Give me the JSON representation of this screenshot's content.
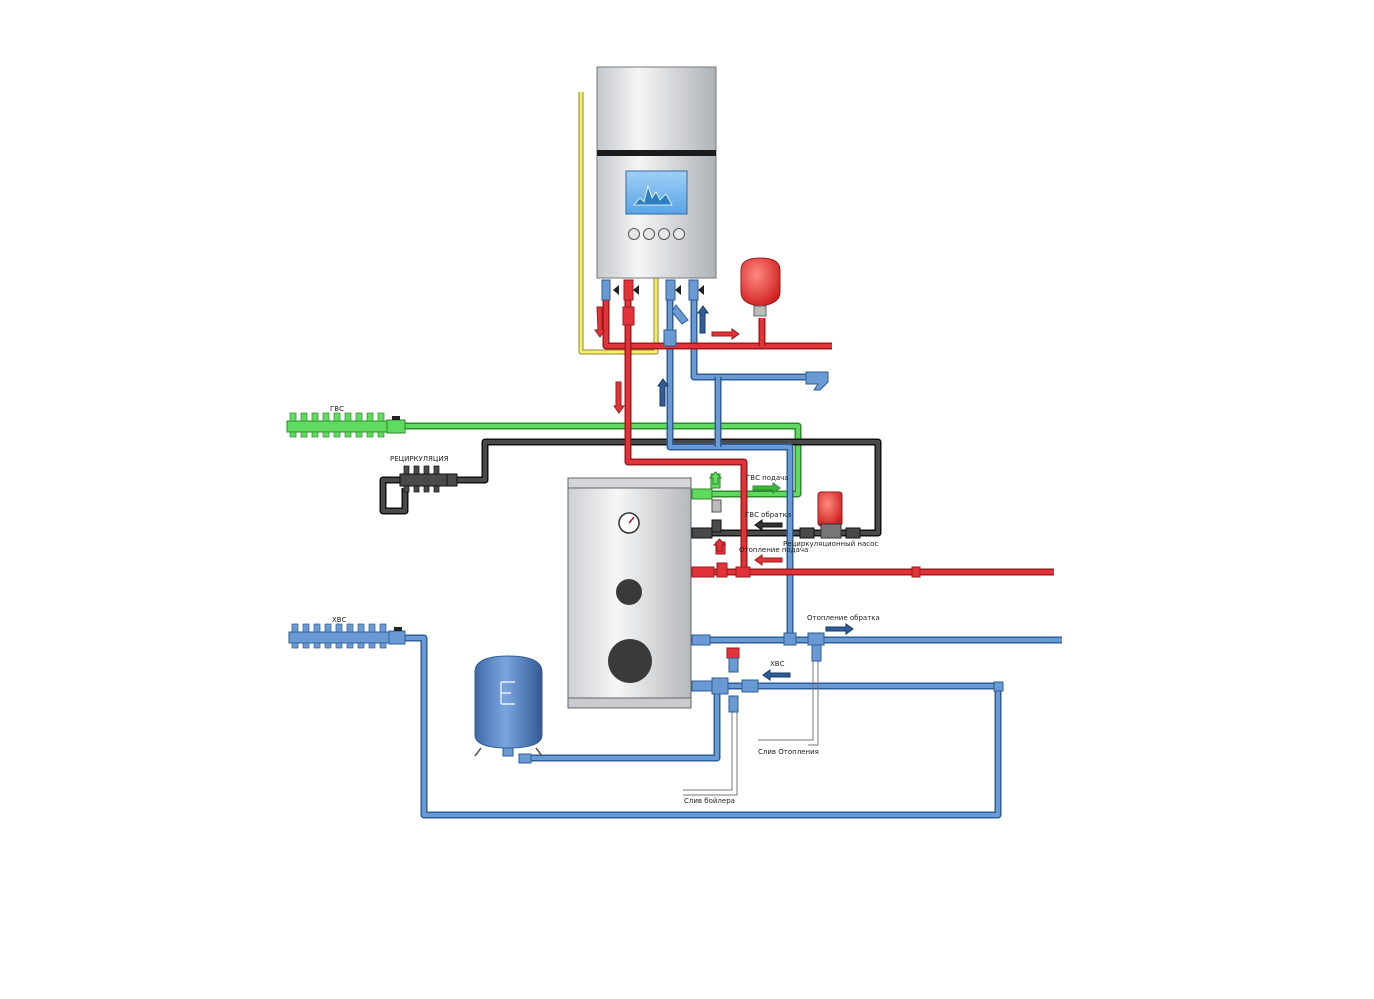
{
  "labels": {
    "gvs": "ГВС",
    "recirculation": "РЕЦИРКУЛЯЦИЯ",
    "xvs_manifold": "ХВС",
    "gvs_supply": "ГВС подача",
    "gvs_return": "ГВС обратка",
    "recirc_pump": "Рециркуляционный насос",
    "heating_supply": "Отопление подача",
    "heating_return": "Отопление обратка",
    "xvs_inlet": "ХВС",
    "drain_heating": "Слив Отопления",
    "drain_boiler": "Слив бойлера"
  },
  "colors": {
    "hot": "#e2333a",
    "cold": "#6a9ad3",
    "dhw": "#56d156",
    "recirc": "#3a3a3a",
    "gas": "#f4ef6a"
  }
}
